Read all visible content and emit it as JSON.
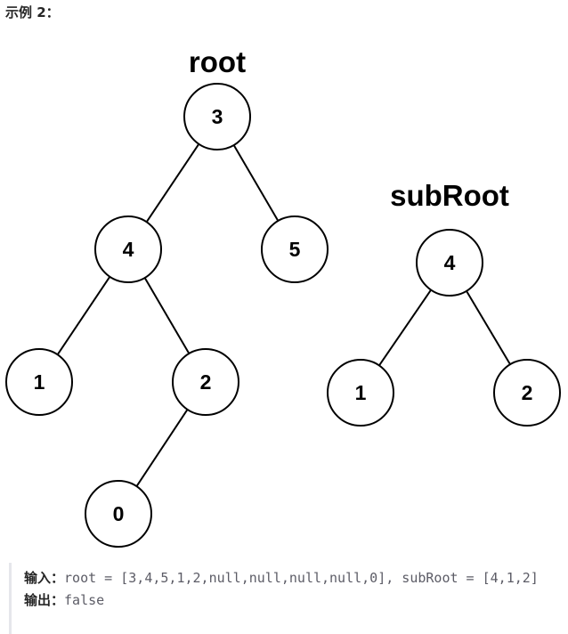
{
  "header": {
    "title": "示例 2："
  },
  "trees": [
    {
      "label": "root",
      "nodes": [
        {
          "id": "r3",
          "value": "3"
        },
        {
          "id": "r4",
          "value": "4"
        },
        {
          "id": "r5",
          "value": "5"
        },
        {
          "id": "r1",
          "value": "1"
        },
        {
          "id": "r2",
          "value": "2"
        },
        {
          "id": "r0",
          "value": "0"
        }
      ],
      "edges": [
        [
          "r3",
          "r4"
        ],
        [
          "r3",
          "r5"
        ],
        [
          "r4",
          "r1"
        ],
        [
          "r4",
          "r2"
        ],
        [
          "r2",
          "r0"
        ]
      ]
    },
    {
      "label": "subRoot",
      "nodes": [
        {
          "id": "s4",
          "value": "4"
        },
        {
          "id": "s1",
          "value": "1"
        },
        {
          "id": "s2",
          "value": "2"
        }
      ],
      "edges": [
        [
          "s4",
          "s1"
        ],
        [
          "s4",
          "s2"
        ]
      ]
    }
  ],
  "io": {
    "input_label": "输入：",
    "input_value": "root = [3,4,5,1,2,null,null,null,null,0], subRoot = [4,1,2]",
    "output_label": "输出：",
    "output_value": "false"
  }
}
